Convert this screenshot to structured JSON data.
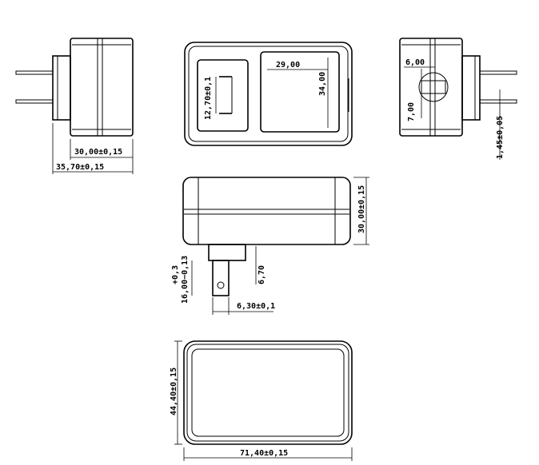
{
  "drawing": {
    "dimensions": {
      "left_depth": "30,00±0,15",
      "left_total": "35,70±0,15",
      "pin_spacing": "12,70±0,1",
      "face_width": "29,00",
      "face_height": "34,00",
      "right_top": "6,00",
      "right_side": "7,00",
      "right_thickness": "1,45±0,05",
      "mid_height": "30,00±0,15",
      "pin_length_tol": "+0,3",
      "pin_length": "16,00−0,13",
      "pin_offset": "6,70",
      "pin_width": "6,30±0,1",
      "bottom_height": "44,40±0,15",
      "bottom_width": "71,40±0,15"
    }
  }
}
